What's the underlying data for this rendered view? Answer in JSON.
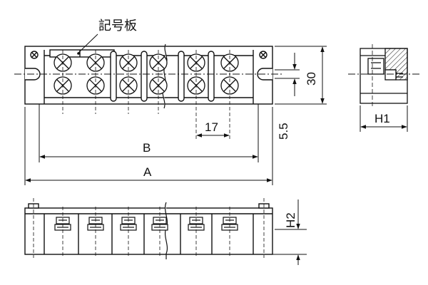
{
  "labels": {
    "marker_plate": "記号板",
    "dim_a": "A",
    "dim_b": "B",
    "dim_pitch": "17",
    "dim_height_top": "30",
    "dim_offset": "5.5",
    "dim_h1": "H1",
    "dim_h2": "H2"
  },
  "colors": {
    "line": "#111111",
    "screw": "#ffffff",
    "background": "#ffffff"
  }
}
